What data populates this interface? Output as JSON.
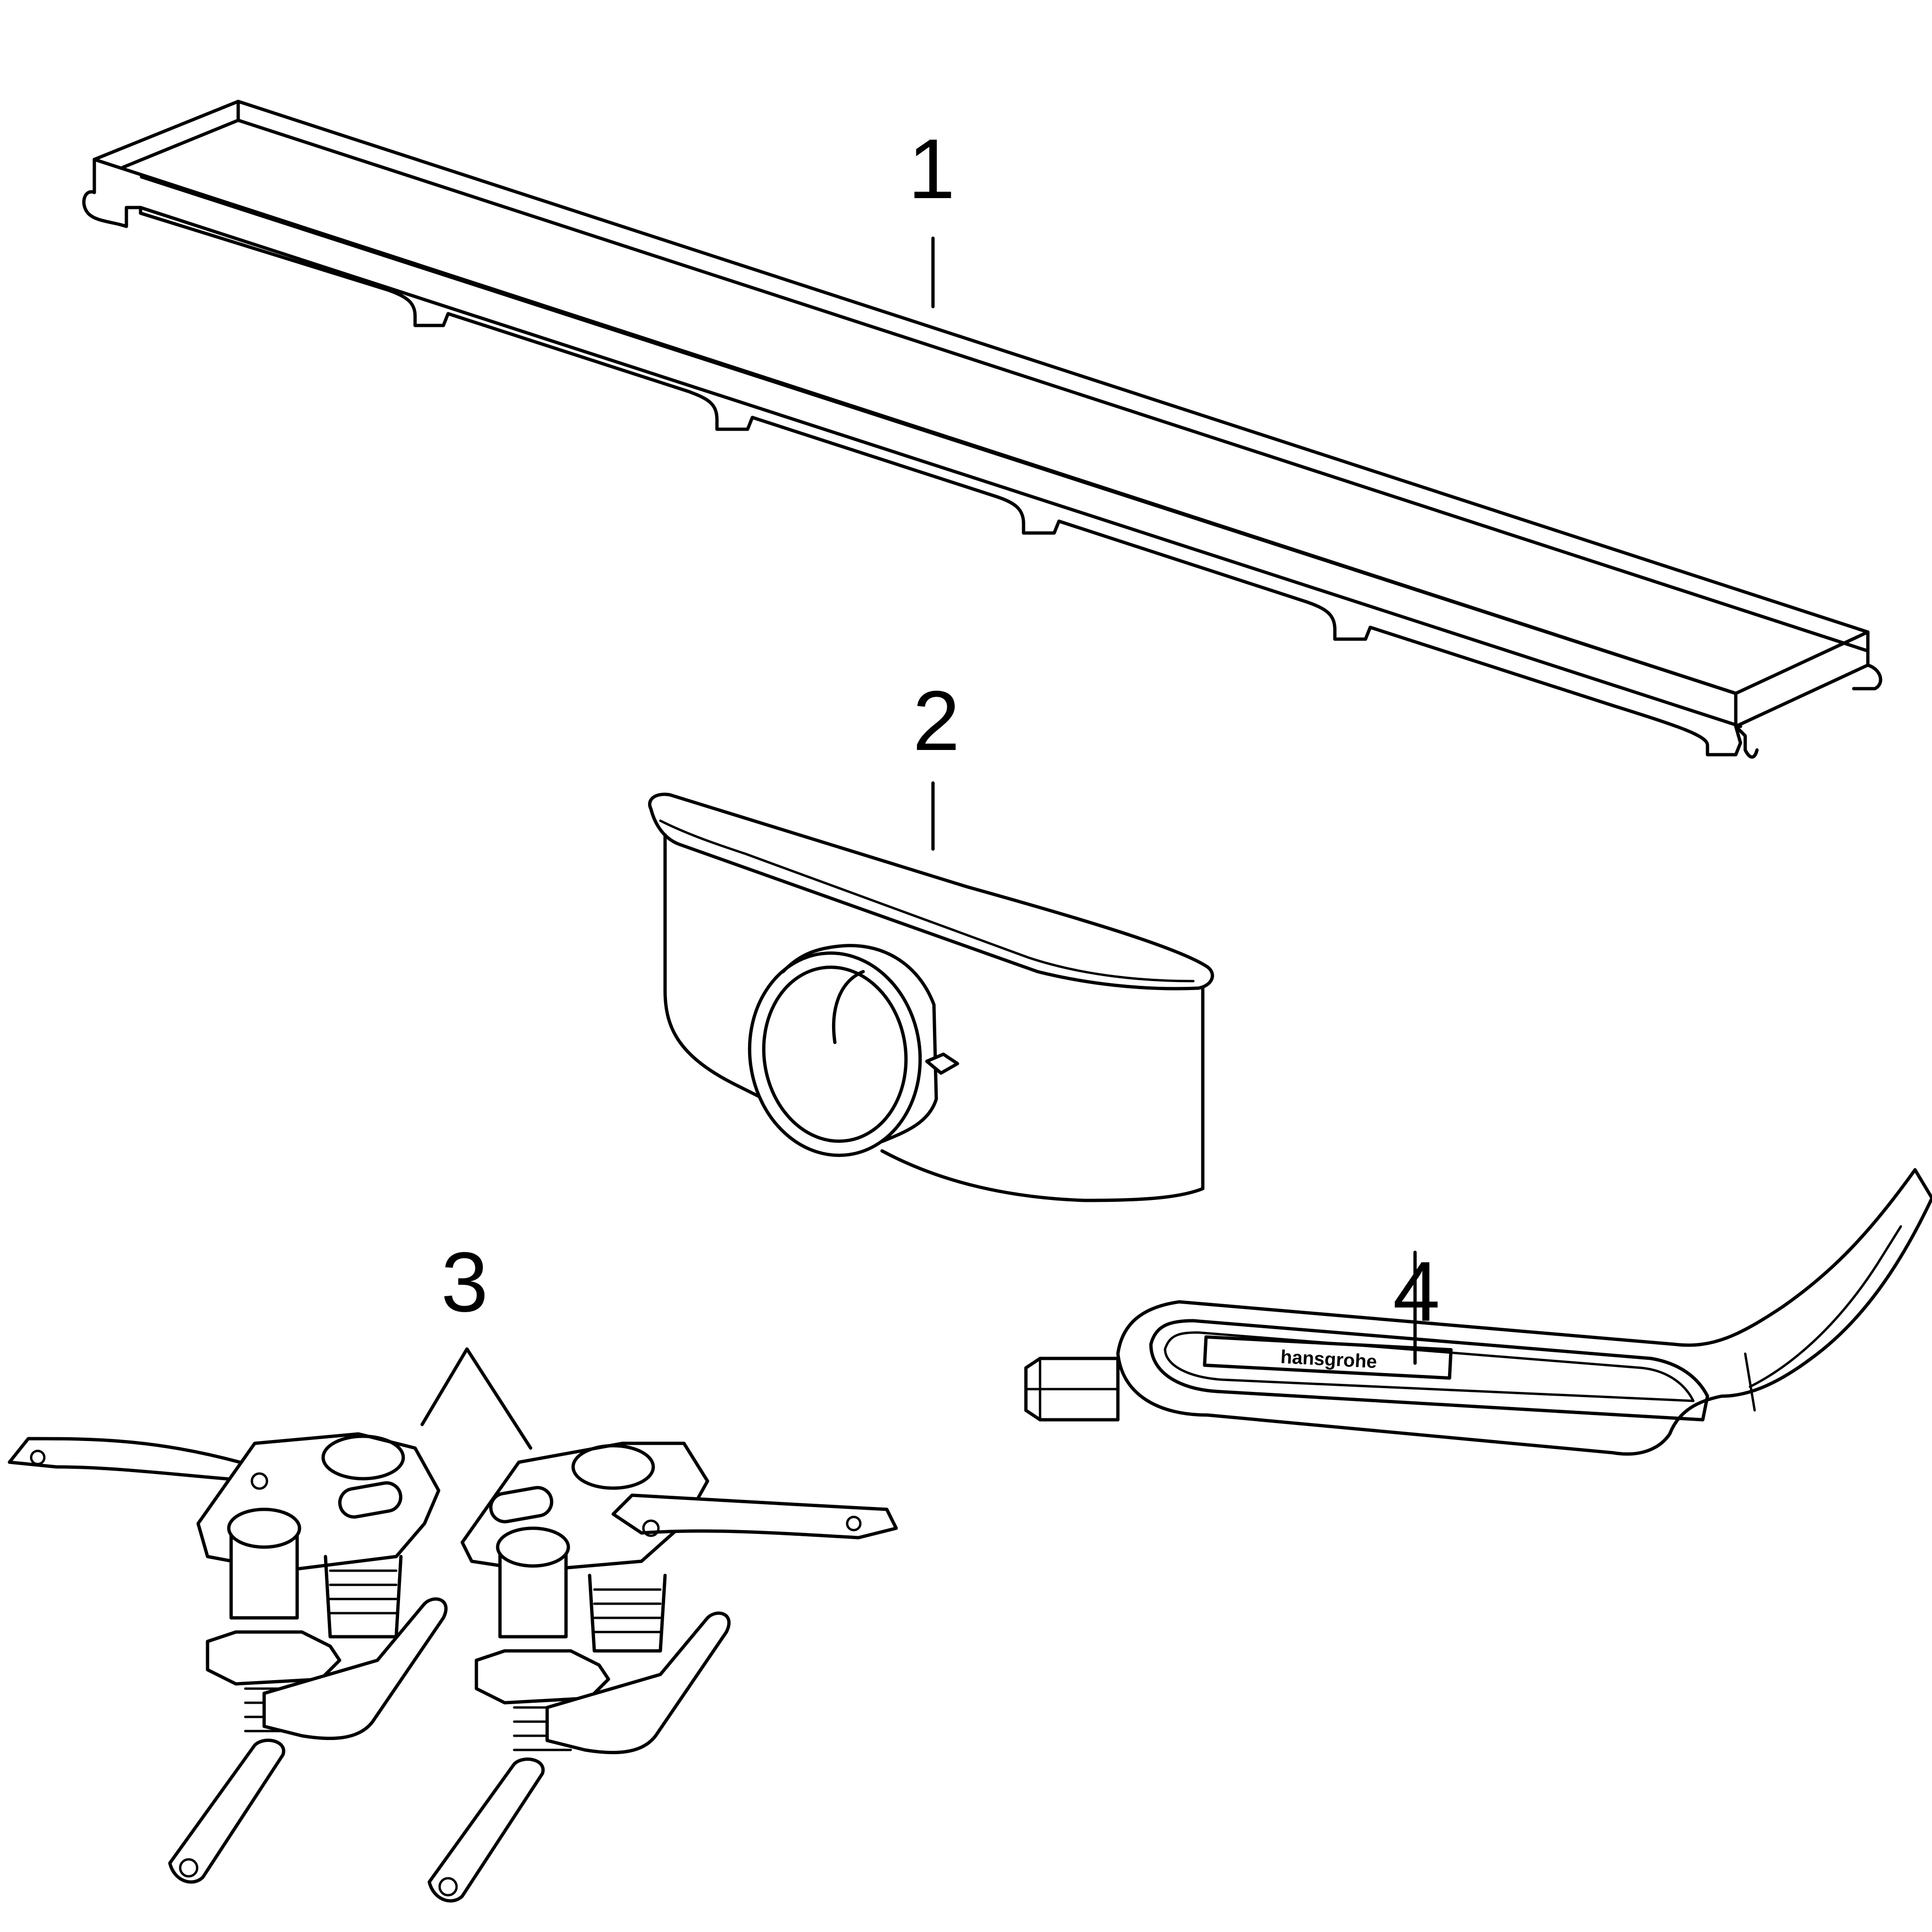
{
  "callouts": {
    "part1": "1",
    "part2": "2",
    "part3": "3",
    "part4": "4"
  },
  "tool": {
    "brand_text": "hansgrohe"
  },
  "colors": {
    "line": "#000000",
    "background": "#ffffff"
  }
}
